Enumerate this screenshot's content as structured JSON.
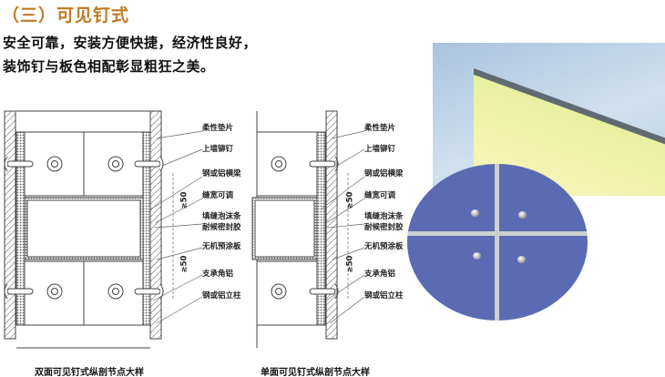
{
  "heading": "（三）可见钉式",
  "intro_lines": [
    "安全可靠，安装方便快捷，经济性良好，",
    "装饰钉与板色相配彰显粗狂之美。"
  ],
  "labels": [
    "柔性垫片",
    "上墙铆钉",
    "钢或铝横梁",
    "缝宽可调",
    "填缝泡沫条",
    "耐候密封胶",
    "无机预涂板",
    "支承角铝",
    "钢或铝立柱"
  ],
  "dimension": "≥50",
  "captions": {
    "left": "双面可见钉式纵剖节点大样",
    "right": "单面可见钉式纵剖节点大样"
  },
  "colors": {
    "heading": "#c07a25",
    "panel_blue": "#5a6bb3"
  }
}
